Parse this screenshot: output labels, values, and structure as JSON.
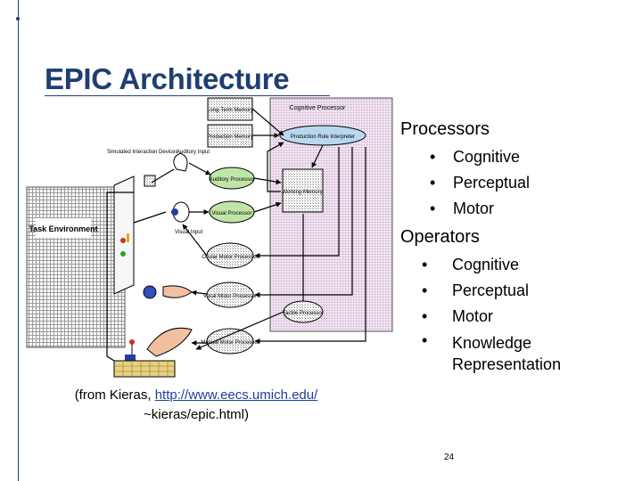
{
  "slide": {
    "title": "EPIC Architecture",
    "caption_prefix": "(from Kieras, ",
    "caption_link": "http://www.eecs.umich.edu/",
    "caption_suffix": "~kieras/epic.html)",
    "page_number": "24"
  },
  "sections": [
    {
      "heading": "Processors",
      "items": [
        "Cognitive",
        "Perceptual",
        "Motor"
      ]
    },
    {
      "heading": "Operators",
      "items": [
        "Cognitive",
        "Perceptual",
        "Motor",
        "Knowledge Representation"
      ]
    }
  ],
  "diagram": {
    "long_term_memory": "Long-Term Memory",
    "cognitive_processor": "Cognitive Processor",
    "production_memory": "Production Memory",
    "production_rule_interpreter": "Production Rule Interpreter",
    "working_memory": "Working Memory",
    "simulated_device": "Simulated Interaction Devices",
    "auditory_input": "Auditory Input",
    "auditory_processor": "Auditory Processor",
    "visual_processor": "Visual Processor",
    "visual_input": "Visual Input",
    "task_environment": "Task Environment",
    "ocular_motor_processor": "Ocular Motor Processor",
    "vocal_motor_processor": "Vocal Motor Processor",
    "tactile_processor": "Tactile Processor",
    "manual_motor_processor": "Manual Motor Processor"
  }
}
